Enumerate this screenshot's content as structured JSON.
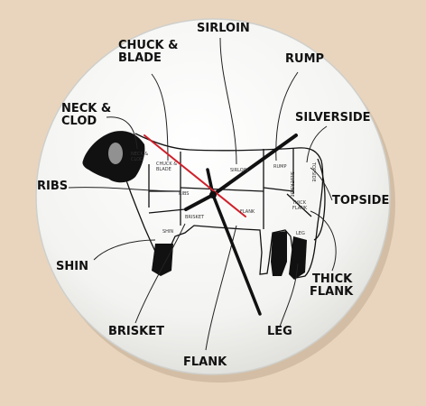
{
  "clock": {
    "labels": {
      "chuck_blade": [
        "CHUCK &",
        "BLADE"
      ],
      "sirloin": "SIRLOIN",
      "rump": "RUMP",
      "neck_clod": [
        "NECK &",
        "CLOD"
      ],
      "silverside": "SILVERSIDE",
      "ribs": "RIBS",
      "topside": "TOPSIDE",
      "shin": "SHIN",
      "thick_flank": [
        "THICK",
        "FLANK"
      ],
      "brisket": "BRISKET",
      "leg": "LEG",
      "flank": "FLANK"
    },
    "small_labels": {
      "neck_clod": [
        "NECK &",
        "CLOD"
      ],
      "chuck_blade": [
        "CHUCK &",
        "BLADE"
      ],
      "sirloin": "SIRLOIN",
      "rump": "RUMP",
      "silverside": "SILVERSIDE",
      "topside": "TOPSIDE",
      "thick_flank": [
        "THICK",
        "FLANK"
      ],
      "ribs": "RIBS",
      "brisket": "BRISKET",
      "shin": "SHIN",
      "flank": "FLANK",
      "leg": "LEG"
    },
    "colors": {
      "wall": "#e9d5bd",
      "face": "#f6f6f4",
      "ink": "#111111",
      "second_hand": "#d0202a"
    }
  }
}
